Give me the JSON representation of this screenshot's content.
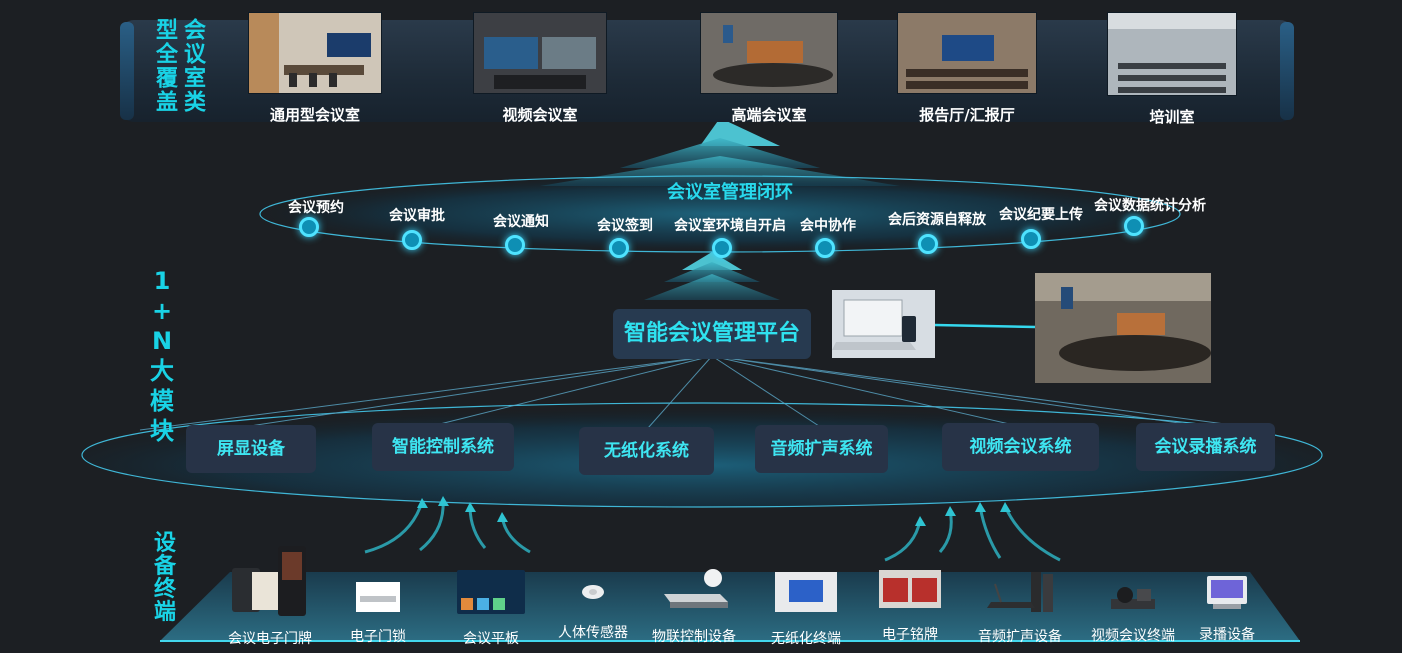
{
  "left_titles": {
    "top": "会议室类型全覆盖",
    "middle": "1+N大模块",
    "bottom": "设备终端"
  },
  "rooms": [
    {
      "label": "通用型会议室",
      "icon": "conference-room-photo"
    },
    {
      "label": "视频会议室",
      "icon": "video-room-photo"
    },
    {
      "label": "高端会议室",
      "icon": "premium-room-photo"
    },
    {
      "label": "报告厅/汇报厅",
      "icon": "auditorium-photo"
    },
    {
      "label": "培训室",
      "icon": "training-room-photo"
    }
  ],
  "cycle": {
    "title": "会议室管理闭环",
    "steps": [
      "会议预约",
      "会议审批",
      "会议通知",
      "会议签到",
      "会议室环境自开启",
      "会中协作",
      "会后资源自释放",
      "会议纪要上传",
      "会议数据统计分析"
    ]
  },
  "platform": {
    "label": "智能会议管理平台"
  },
  "modules": [
    "屏显设备",
    "智能控制系统",
    "无纸化系统",
    "音频扩声系统",
    "视频会议系统",
    "会议录播系统"
  ],
  "devices": [
    "会议电子门牌",
    "电子门锁",
    "会议平板",
    "人体传感器",
    "物联控制设备",
    "无纸化终端",
    "电子铭牌",
    "音频扩声设备",
    "视频会议终端",
    "录播设备"
  ],
  "colors": {
    "accent": "#28d9ec",
    "background": "#1c1f23",
    "module_bg": "#273347"
  }
}
